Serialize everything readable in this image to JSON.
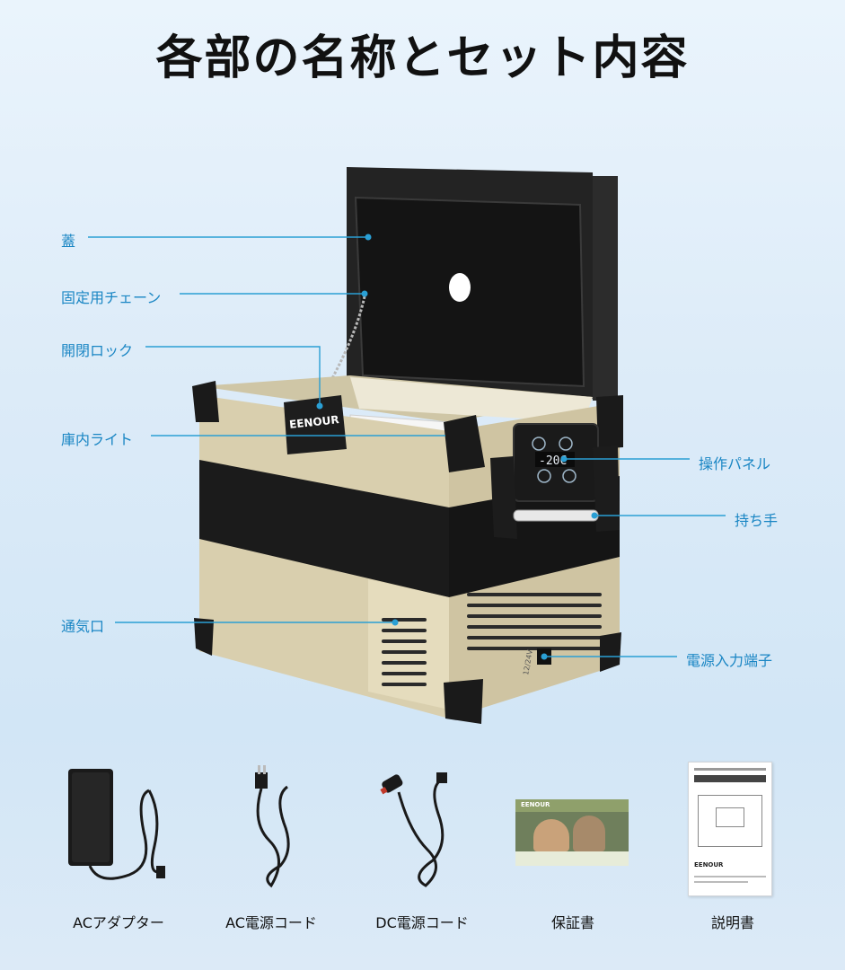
{
  "title": "各部の名称とセット内容",
  "parts_left": [
    "蓋",
    "固定用チェーン",
    "開閉ロック",
    "庫内ライト",
    "通気口"
  ],
  "parts_right": [
    "操作パネル",
    "持ち手",
    "電源入力端子"
  ],
  "panel_display": "-20C",
  "lock_brand": "EENOUR",
  "port_label": "12/24V",
  "accessories": [
    "ACアダプター",
    "AC電源コード",
    "DC電源コード",
    "保証書",
    "説明書"
  ],
  "warranty_brand": "EENOUR",
  "manual_brand": "EENOUR",
  "colors": {
    "accent": "#2a9fd4",
    "body": "#d9cfae",
    "dark": "#1b1b1b"
  }
}
